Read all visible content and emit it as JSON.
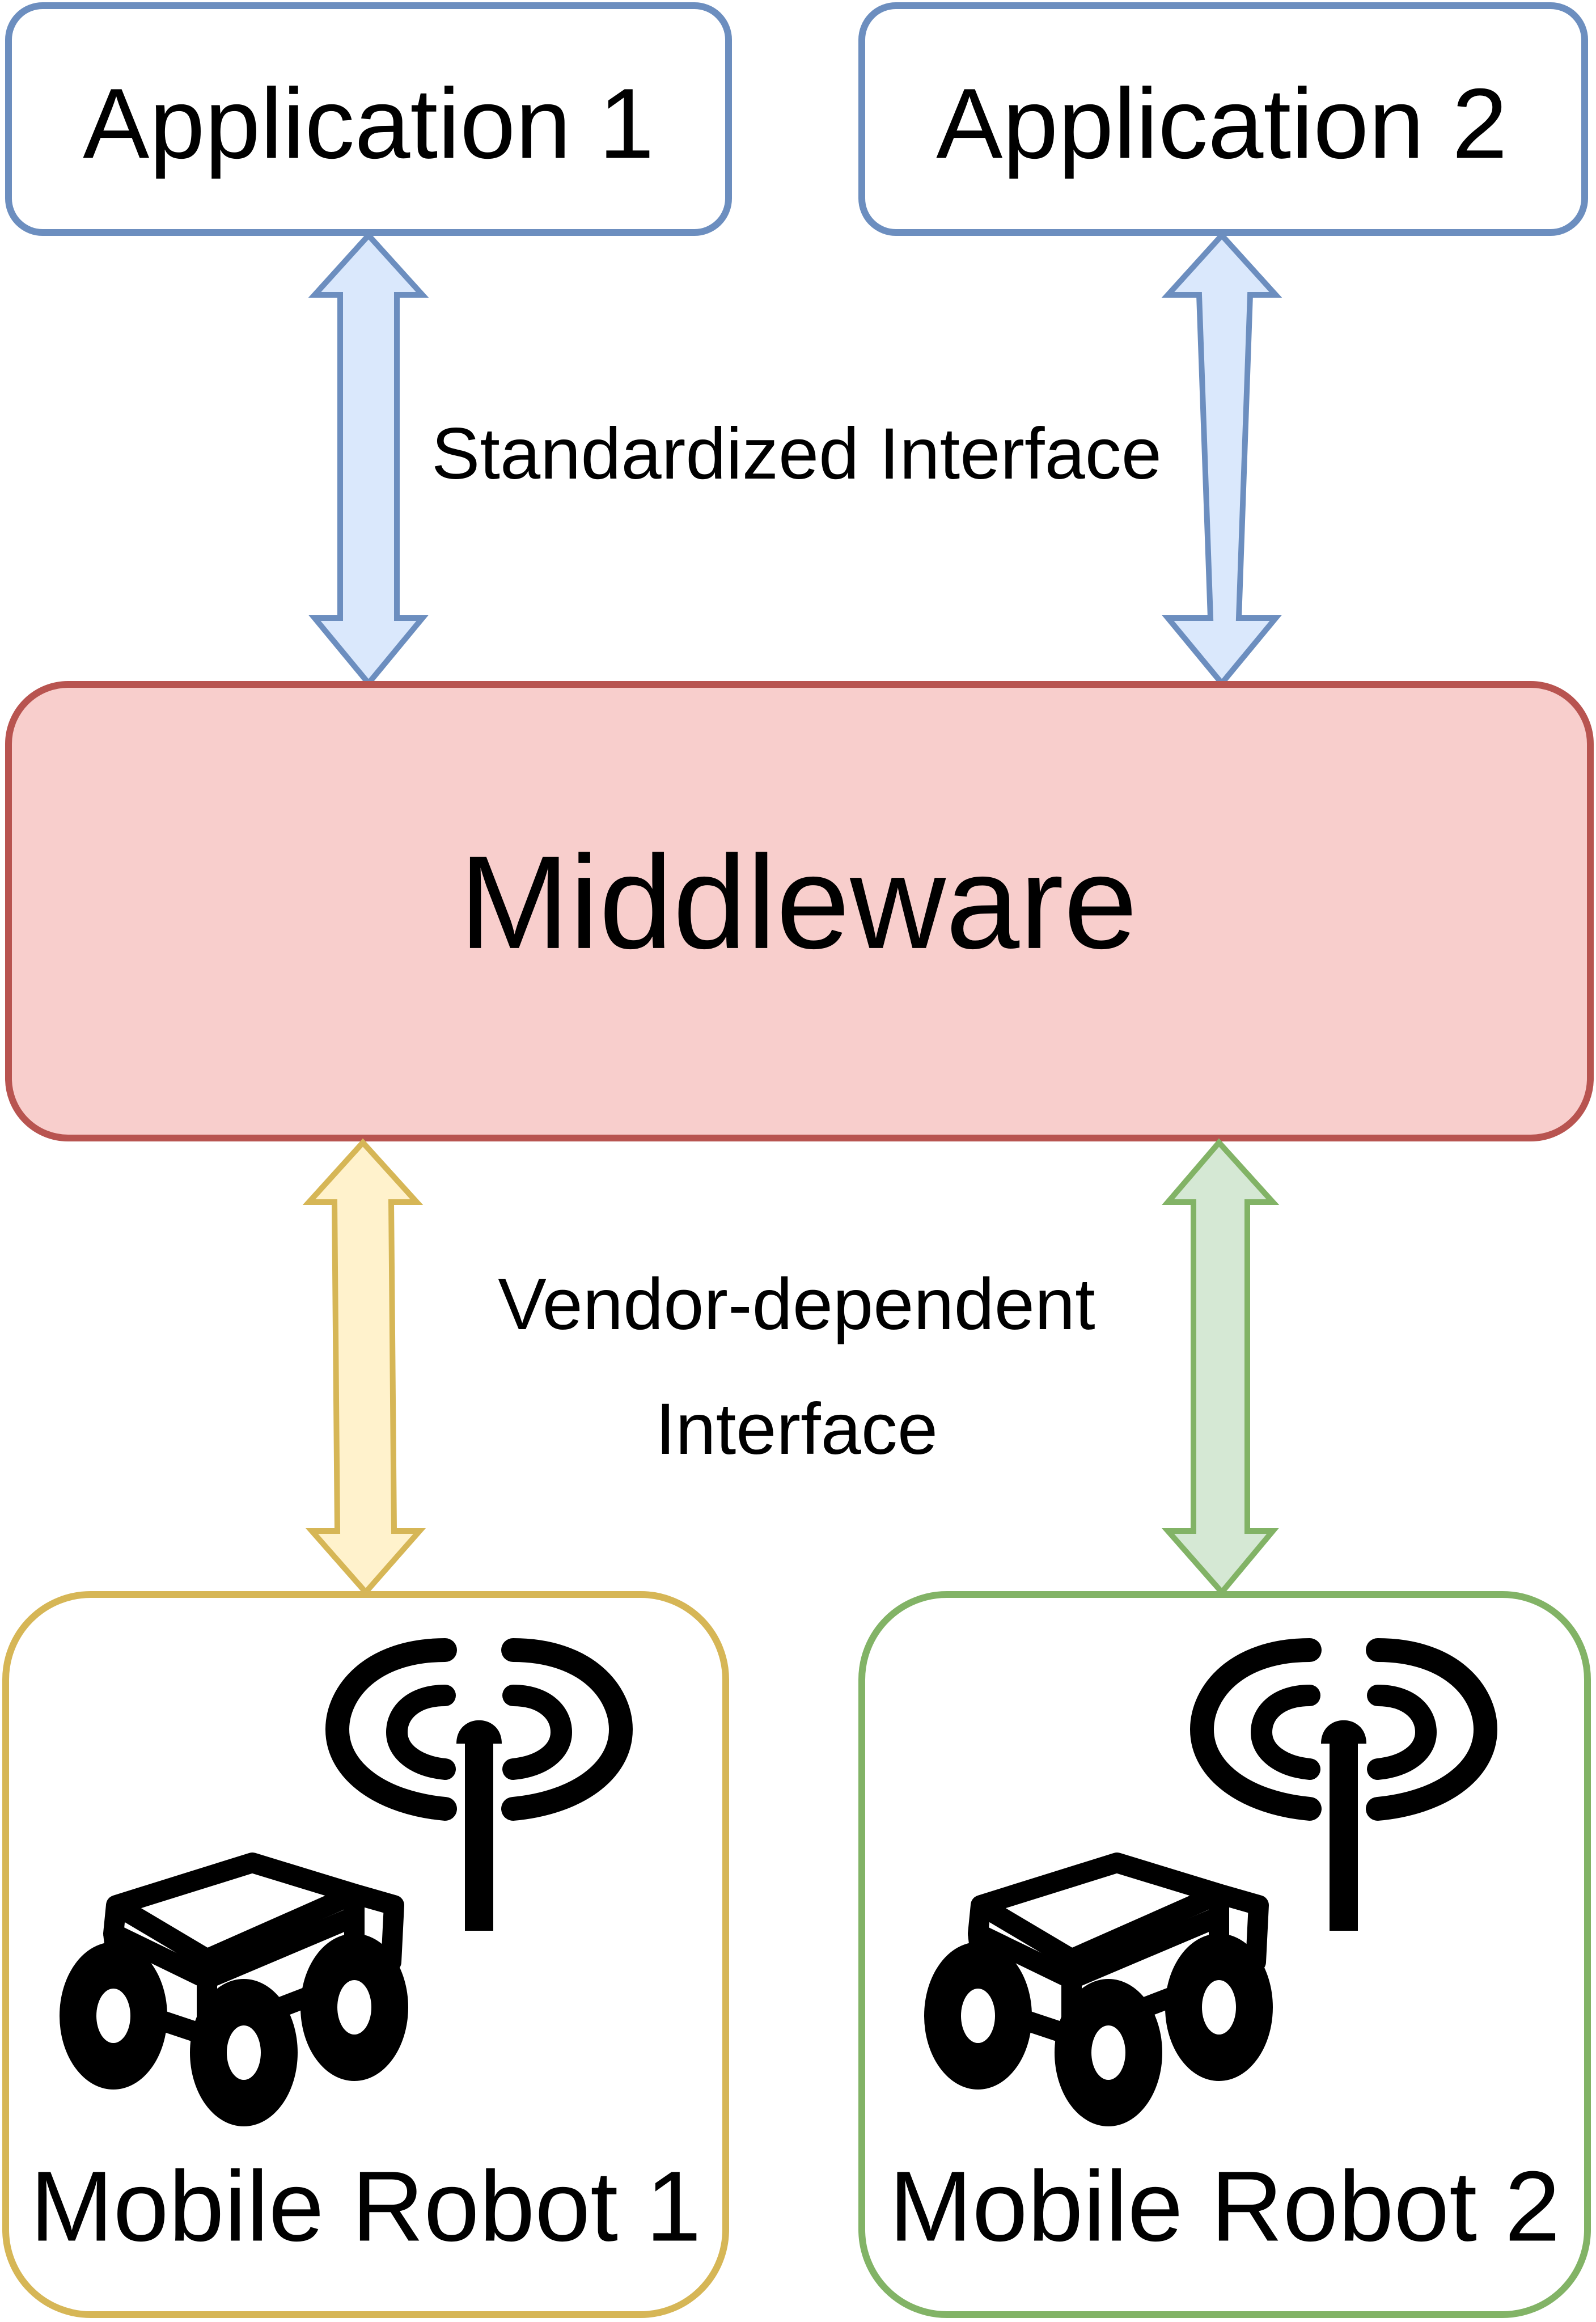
{
  "diagram": {
    "nodes": {
      "app1": {
        "label": "Application 1"
      },
      "app2": {
        "label": "Application 2"
      },
      "middleware": {
        "label": "Middleware"
      },
      "robot1": {
        "label": "Mobile Robot 1"
      },
      "robot2": {
        "label": "Mobile Robot 2"
      }
    },
    "edges": {
      "standardized": {
        "label": "Standardized Interface"
      },
      "vendor": {
        "line1": "Vendor-dependent",
        "line2": "Interface"
      }
    },
    "icons": {
      "robot1": "mobile-robot-icon",
      "robot2": "mobile-robot-icon"
    },
    "colors": {
      "app_stroke": "#6c8ebf",
      "app_fill": "#ffffff",
      "middleware_stroke": "#b85450",
      "middleware_fill": "#f8cecc",
      "robot1_stroke": "#d6b656",
      "robot2_stroke": "#82b366",
      "arrow_blue_fill": "#dae8fc",
      "arrow_yellow_fill": "#fff2cc",
      "arrow_green_fill": "#d5e8d4"
    }
  }
}
